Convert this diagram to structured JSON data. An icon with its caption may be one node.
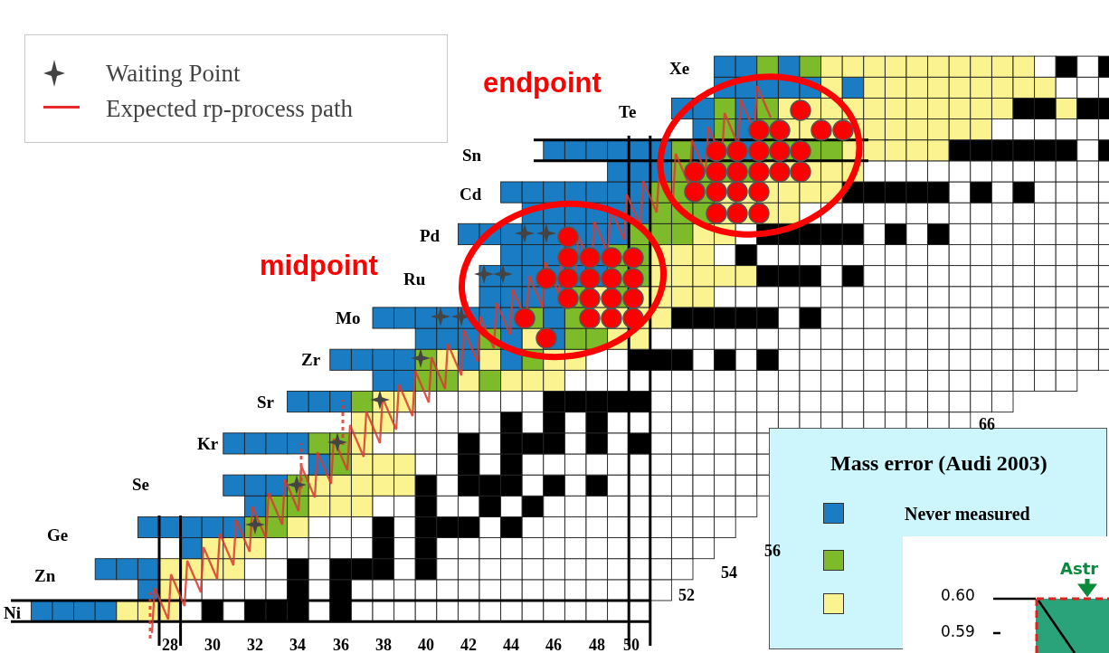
{
  "diagram": {
    "labels": [
      "endpoint",
      "Xe",
      "Te",
      "Sn",
      "Cd",
      "Pd",
      "midpoint",
      "Ru",
      "Mo",
      "Zr",
      "Sr",
      "Kr",
      "66",
      "Mass error (Audi 2003)",
      "Se",
      "Ge",
      "Zn",
      "56",
      "54",
      "Astr",
      "52",
      "0.60",
      "Ni",
      "0.59",
      "28",
      "30",
      "32",
      "34",
      "36",
      "38",
      "40",
      "42",
      "44",
      "46",
      "48",
      "50"
    ],
    "legend": [
      {
        "text": "Waiting Point"
      },
      {
        "text": "Expected rp-process path"
      },
      {
        "text": "Never measured",
        "color": "#1a7dc4"
      }
    ]
  }
}
